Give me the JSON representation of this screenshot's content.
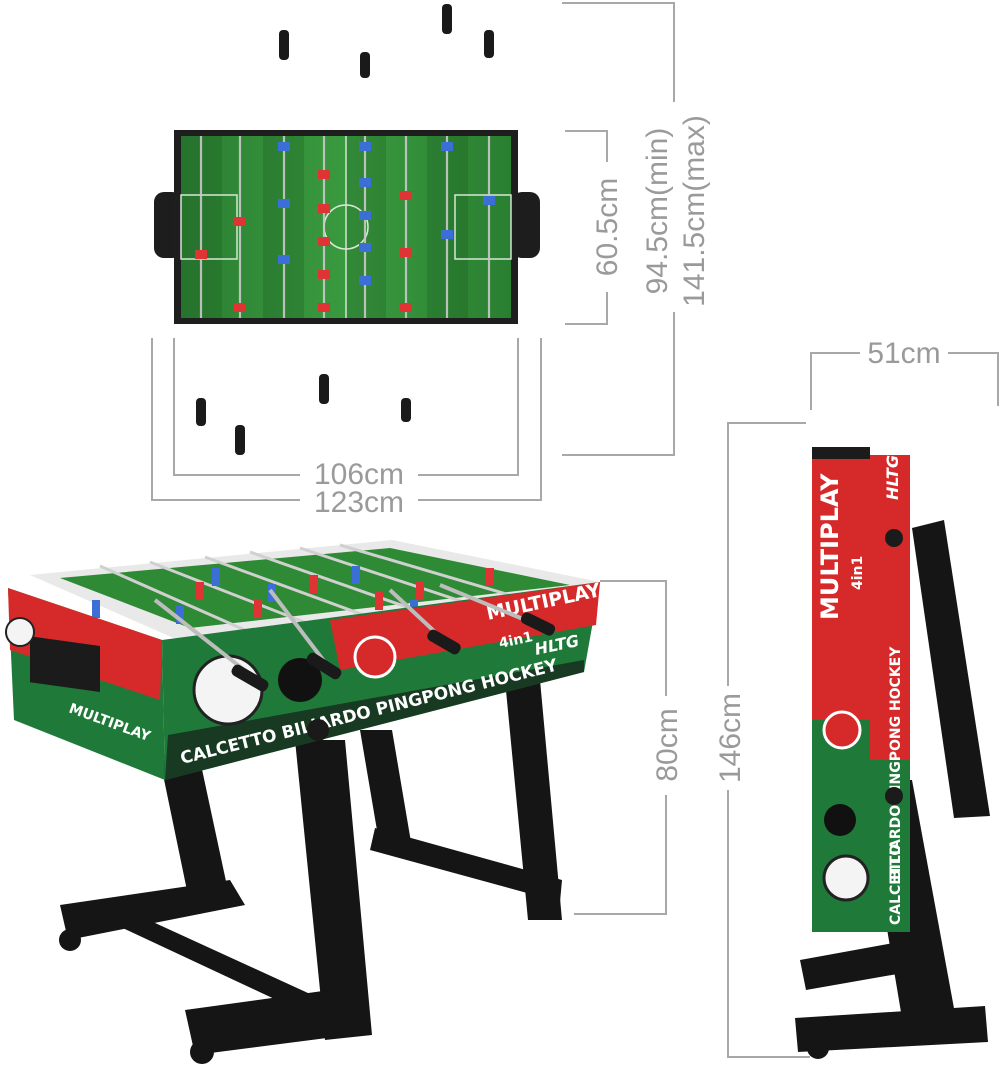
{
  "dimensions": {
    "top_width_inner": "106cm",
    "top_width_outer": "123cm",
    "top_depth": "60.5cm",
    "rod_span_min": "94.5cm(min)",
    "rod_span_max": "141.5cm(max)",
    "folded_depth": "51cm",
    "table_height": "80cm",
    "folded_height": "146cm"
  },
  "printed_graphics": {
    "brand": "HLTG",
    "product_name": "MULTIPLAY",
    "product_variant": "4in1",
    "games_banner": "CALCETTO BILIARDO PINGPONG HOCKEY",
    "folded_games_upper": "BILIARDO PINGPONG HOCKEY",
    "folded_games_lower": "CALCETTO"
  },
  "colors": {
    "field": "#2f8a36",
    "field_dark": "#246d2b",
    "frame": "#1e1e1e",
    "red": "#d62a2a",
    "green_panel": "#1f7a3a",
    "blue_player": "#3b6fd6",
    "red_player": "#e03434",
    "legs": "#151515",
    "dimension_text": "#9a9a9a"
  }
}
